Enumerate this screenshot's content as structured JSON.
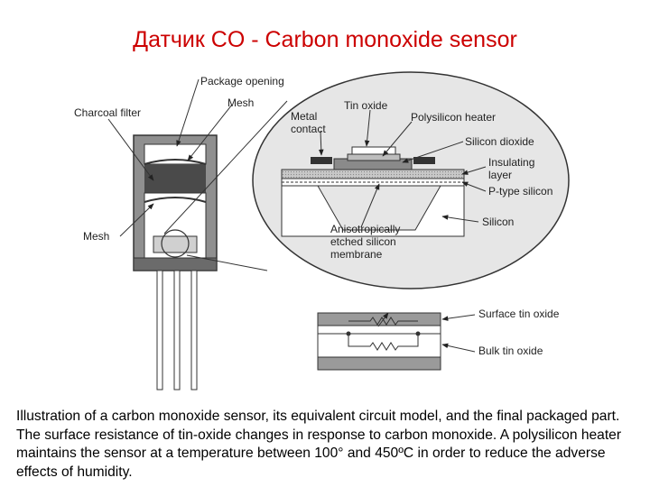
{
  "title": "Датчик CO - Carbon monoxide sensor",
  "labels": {
    "package_opening": "Package opening",
    "charcoal_filter": "Charcoal filter",
    "mesh_top": "Mesh",
    "mesh_bottom": "Mesh",
    "metal_contact_1": "Metal",
    "metal_contact_2": "contact",
    "tin_oxide": "Tin oxide",
    "polysilicon_heater": "Polysilicon heater",
    "silicon_dioxide": "Silicon dioxide",
    "insulating_layer_1": "Insulating",
    "insulating_layer_2": "layer",
    "p_type_silicon": "P-type silicon",
    "silicon": "Silicon",
    "etched_1": "Anisotropically",
    "etched_2": "etched silicon",
    "etched_3": "membrane",
    "surface_tin_oxide": "Surface tin oxide",
    "bulk_tin_oxide": "Bulk tin oxide"
  },
  "caption": "Illustration of a carbon monoxide sensor, its equivalent circuit model, and the final packaged part. The surface resistance of tin-oxide changes in response to carbon monoxide. A polysilicon heater maintains the sensor at a temperature between 100° and 450ºC in order to reduce the adverse effects of humidity."
}
